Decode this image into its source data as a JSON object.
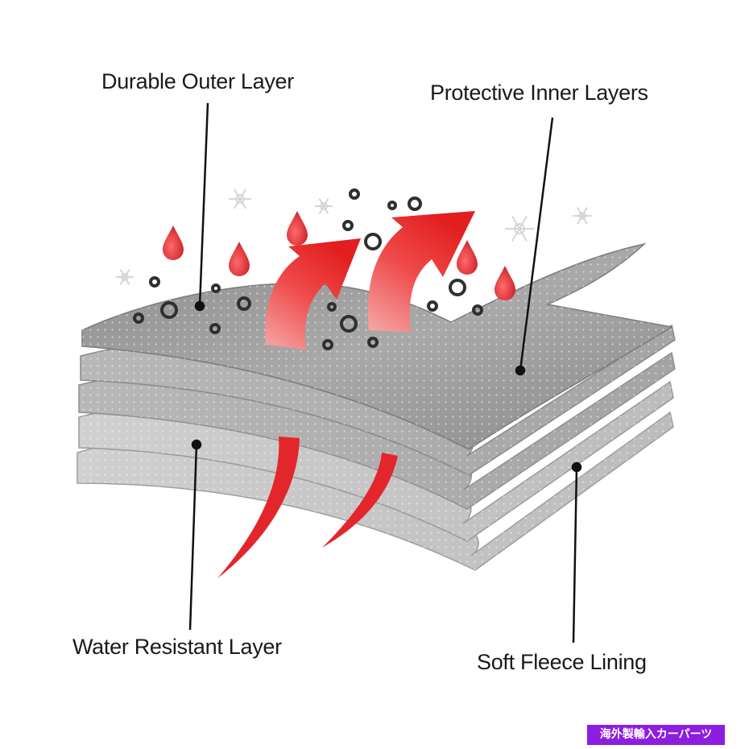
{
  "labels": {
    "outer": "Durable Outer Layer",
    "inner": "Protective Inner Layers",
    "water": "Water Resistant Layer",
    "fleece": "Soft Fleece Lining"
  },
  "badge": {
    "text": "海外製輸入カーパーツ",
    "color": "#8d1ee0"
  },
  "colors": {
    "arrow": "#ee2f2f",
    "droplet": "#e0262c",
    "layer_top": "#9a9a9a",
    "layer_edge": "#7e7e7e",
    "particle": "#3c3c3c",
    "snowflake": "#d6d6d6"
  },
  "icons": [
    "droplet-icon",
    "snowflake-icon",
    "particle-icon",
    "arrow-up-icon"
  ]
}
